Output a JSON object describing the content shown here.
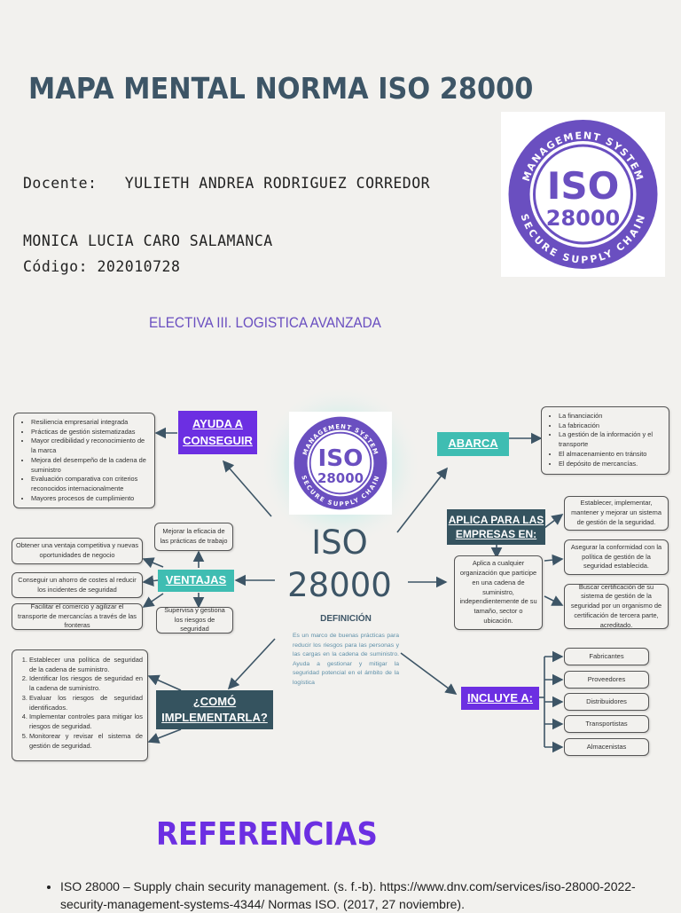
{
  "header": {
    "title": "MAPA MENTAL NORMA ISO 28000",
    "teacher_label": "Docente:",
    "teacher_name": "YULIETH ANDREA RODRIGUEZ CORREDOR",
    "student_name": "MONICA LUCIA CARO SALAMANCA",
    "student_code": "Código: 202010728",
    "course": "ELECTIVA III. LOGISTICA AVANZADA"
  },
  "logo": {
    "top_text": "MANAGEMENT SYSTEM",
    "bottom_text": "SECURE SUPPLY CHAIN",
    "iso": "ISO",
    "number": "28000",
    "color": "#6a4fc0"
  },
  "center": {
    "title_line1": "ISO",
    "title_line2": "28000",
    "definition_title": "DEFINICIÓN",
    "definition_text": "Es un marco de buenas prácticas para reducir los riesgos para las personas y las cargas en la cadena de suministro. Ayuda a gestionar y mitigar la seguridad potencial en el ámbito de la logística"
  },
  "ayuda": {
    "label": "AYUDA A CONSEGUIR",
    "items": [
      "Resiliencia empresarial integrada",
      "Prácticas de gestión sistematizadas",
      "Mayor credibilidad y reconocimiento de la marca",
      "Mejora del desempeño de la cadena de suministro",
      "Evaluación comparativa con criterios reconocidos internacionalmente",
      "Mayores procesos de cumplimiento"
    ]
  },
  "abarca": {
    "label": "ABARCA",
    "items": [
      "La financiación",
      "La fabricación",
      "La gestión de la información y el transporte",
      "El almacenamiento en tránsito",
      "El depósito de mercancías."
    ]
  },
  "aplica": {
    "label": "APLICA PARA LAS EMPRESAS EN:",
    "main": "Aplica a cualquier organización que participe en una cadena de suministro, independientemente de su tamaño, sector o ubicación.",
    "details": [
      "Establecer, implementar, mantener y mejorar un sistema de gestión de la seguridad.",
      "Asegurar la conformidad con la política de gestión de la seguridad establecida.",
      "Buscar certificación de su sistema de gestión de la seguridad por un organismo de certificación de tercera parte, acreditado."
    ]
  },
  "ventajas": {
    "label": "VENTAJAS",
    "top1": "Mejorar la eficacia de las prácticas de trabajo",
    "top2": "Supervisa y gestiona los riesgos de seguridad",
    "left1": "Obtener una ventaja competitiva y nuevas oportunidades de negocio",
    "left2": "Conseguir un ahorro de costes al reducir los incidentes de seguridad",
    "left3": "Facilitar el comercio y agilizar el transporte de mercancías a través de las fronteras"
  },
  "como": {
    "label": "¿COMÓ IMPLEMENTARLA?",
    "steps": [
      "Establecer una política de seguridad de la cadena de suministro.",
      "Identificar los riesgos de seguridad en la cadena de suministro.",
      "Evaluar los riesgos de seguridad identificados.",
      "Implementar controles para mitigar los riesgos de seguridad.",
      "Monitorear y revisar el sistema de gestión de seguridad."
    ]
  },
  "incluye": {
    "label": "INCLUYE A:",
    "items": [
      "Fabricantes",
      "Proveedores",
      "Distribuidores",
      "Transportistas",
      "Almacenistas"
    ]
  },
  "references": {
    "title": "REFERENCIAS",
    "item1": "ISO 28000 – Supply chain security management. (s. f.-b). https://www.dnv.com/services/iso-28000-2022-security-management-systems-4344/ Normas ISO. (2017, 27 noviembre)."
  }
}
